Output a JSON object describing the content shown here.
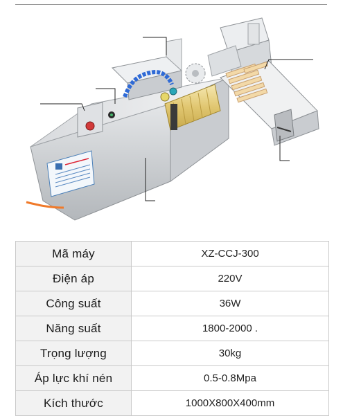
{
  "specs": [
    {
      "label": "Mã máy",
      "value": "XZ-CCJ-300"
    },
    {
      "label": "Điện áp",
      "value": "220V"
    },
    {
      "label": "Công suất",
      "value": "36W"
    },
    {
      "label": "Năng suất",
      "value": "1800-2000 ."
    },
    {
      "label": "Trọng lượng",
      "value": "30kg"
    },
    {
      "label": "Áp lực khí nén",
      "value": "0.5-0.8Mpa"
    },
    {
      "label": "Kích thước",
      "value": "1000X800X400mm"
    }
  ]
}
